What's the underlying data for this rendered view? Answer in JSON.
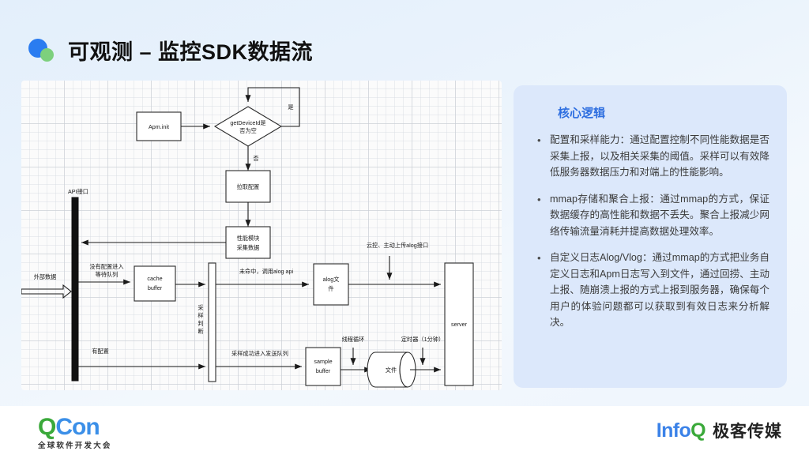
{
  "slide": {
    "title": "可观测 – 监控SDK数据流"
  },
  "panel": {
    "heading": "核心逻辑",
    "bullet_char": "•",
    "items": [
      "配置和采样能力：通过配置控制不同性能数据是否采集上报，以及相关采集的阈值。采样可以有效降低服务器数据压力和对端上的性能影响。",
      "mmap存储和聚合上报：通过mmap的方式，保证数据缓存的高性能和数据不丢失。聚合上报减少网络传输流量消耗并提高数据处理效率。",
      "自定义日志Alog/Vlog：通过mmap的方式把业务自定义日志和Apm日志写入到文件，通过回捞、主动上报、随崩溃上报的方式上报到服务器，确保每个用户的体验问题都可以获取到有效日志来分析解决。"
    ]
  },
  "diagram": {
    "nodes": {
      "apm_init": "Apm.init",
      "decision_line1": "getDeviceId是",
      "decision_line2": "否为空",
      "fetch_config": "拉取配置",
      "collect_line1": "性能模块",
      "collect_line2": "采集数据",
      "cache_line1": "cache",
      "cache_line2": "buffer",
      "alog_file_line1": "alog文",
      "alog_file_line2": "件",
      "sample_line1": "sample",
      "sample_line2": "buffer",
      "file": "文件",
      "server": "server",
      "api_lane": "API接口",
      "sampling_judge": "采样判断"
    },
    "edges": {
      "yes": "是",
      "no": "否",
      "external_data": "外部数据",
      "no_config_queue_line1": "没有配置进入",
      "no_config_queue_line2": "等待队列",
      "has_config": "有配置",
      "miss_call_alog": "未命中，调用alog api",
      "sample_success_queue": "采样成功进入发送队列",
      "cloud_upload_alog": "云控、主动上传alog接口",
      "thread_loop": "线程循环",
      "timer_one_minute": "定时器（1分钟）"
    }
  },
  "footer": {
    "qcon": {
      "q": "Q",
      "c": "C",
      "o": "o",
      "n": "n",
      "subtitle": "全球软件开发大会"
    },
    "infoq": {
      "info": "Info",
      "q": "Q",
      "cn": "极客传媒"
    }
  },
  "colors": {
    "accent_blue": "#2f6fe0",
    "panel_bg": "#dce8fb",
    "logo_green": "#3aa93a",
    "logo_blue": "#3b8fe8"
  }
}
